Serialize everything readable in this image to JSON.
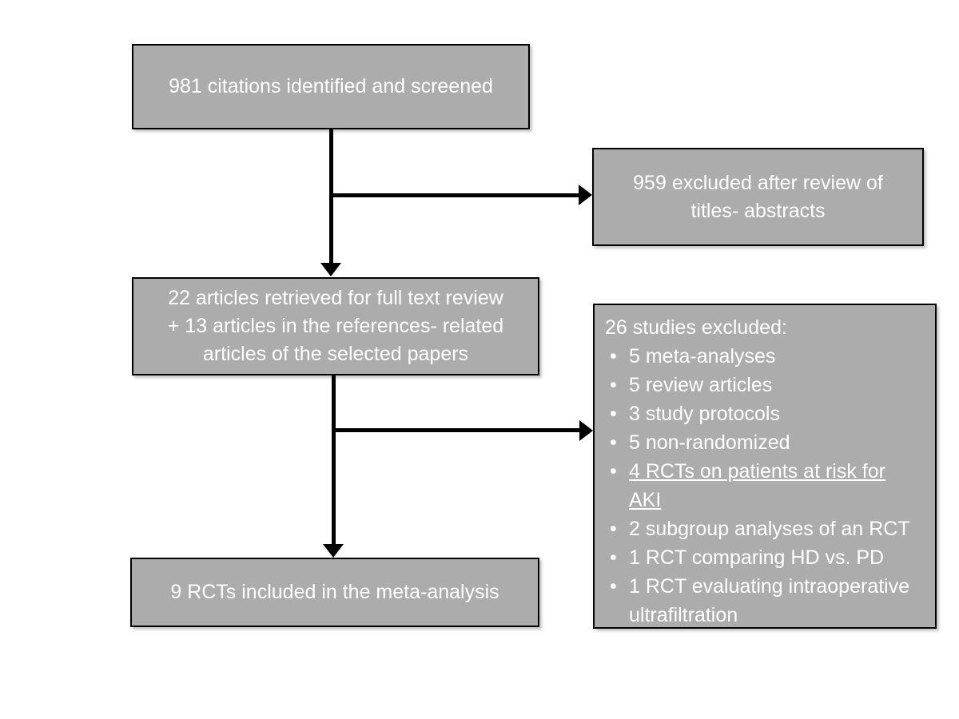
{
  "colors": {
    "background": "#ffffff",
    "box_fill": "#acacac",
    "box_border": "#000000",
    "box_text": "#ffffff",
    "connector": "#000000"
  },
  "boxes": {
    "identified": {
      "text": "981 citations identified and screened"
    },
    "excluded_abstracts": {
      "lines": [
        "959 excluded after review of",
        "titles- abstracts"
      ]
    },
    "fulltext": {
      "lines": [
        "22 articles retrieved for full text review",
        "+ 13 articles in the references- related",
        "articles of the selected papers"
      ]
    },
    "excluded_fulltext": {
      "header": "26 studies excluded:",
      "bullet_char": "•",
      "items": [
        {
          "text": "5 meta-analyses",
          "underline": false
        },
        {
          "text": "5 review articles",
          "underline": false
        },
        {
          "text": "3 study protocols",
          "underline": false
        },
        {
          "text": "5 non-randomized",
          "underline": false
        },
        {
          "text": "4 RCTs on patients at risk for AKI",
          "underline": true
        },
        {
          "text": "2 subgroup analyses of an RCT",
          "underline": false
        },
        {
          "text": "1 RCT comparing HD vs. PD",
          "underline": false
        },
        {
          "text": "1 RCT evaluating intraoperative ultrafiltration",
          "underline": false
        }
      ]
    },
    "included": {
      "text": "9 RCTs included in the meta-analysis"
    }
  }
}
